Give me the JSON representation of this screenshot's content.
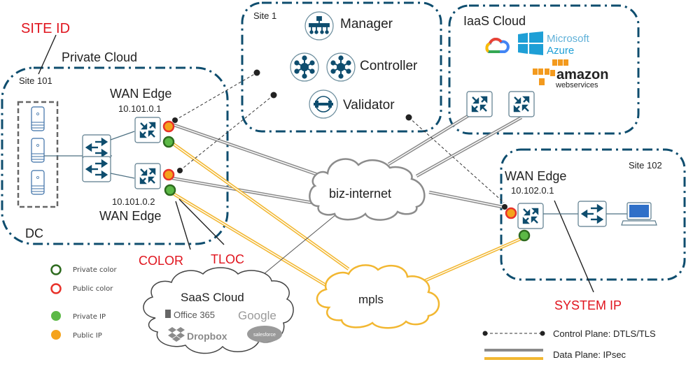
{
  "annotations": {
    "site_id": "SITE ID",
    "color": "COLOR",
    "tloc": "TLOC",
    "system_ip": "SYSTEM IP"
  },
  "private_cloud": {
    "title": "Private Cloud",
    "site": "Site 101",
    "dc_label": "DC",
    "edge1": {
      "name": "WAN Edge",
      "ip": "10.101.0.1"
    },
    "edge2": {
      "name": "WAN Edge",
      "ip": "10.101.0.2"
    }
  },
  "site1": {
    "site": "Site 1",
    "manager": "Manager",
    "controller": "Controller",
    "validator": "Validator"
  },
  "iaas": {
    "title": "IaaS Cloud",
    "azure_line1": "Microsoft",
    "azure_line2": "Azure",
    "aws_line1": "amazon",
    "aws_line2": "webservices"
  },
  "site102": {
    "site": "Site 102",
    "edge": {
      "name": "WAN Edge",
      "ip": "10.102.0.1"
    }
  },
  "transports": {
    "internet": "biz-internet",
    "mpls": "mpls"
  },
  "saas": {
    "title": "SaaS Cloud",
    "office": "Office 365",
    "google": "Google",
    "dropbox": "Dropbox",
    "salesforce": "salesforce"
  },
  "legend_left": {
    "private_color": "Private color",
    "public_color": "Public color",
    "private_ip": "Private IP",
    "public_ip": "Public IP"
  },
  "legend_right": {
    "control": "Control Plane: DTLS/TLS",
    "data": "Data Plane: IPsec"
  },
  "colors": {
    "accent": "#0e4d6e",
    "annotation": "#e0141e",
    "private_ip": "#5cb946",
    "public_ip": "#f5a31c",
    "private_color_ring": "#2e6b1f",
    "public_color_ring": "#e8322a",
    "data_plane_gray": "#8a8a8a",
    "data_plane_gold": "#f2b731"
  }
}
